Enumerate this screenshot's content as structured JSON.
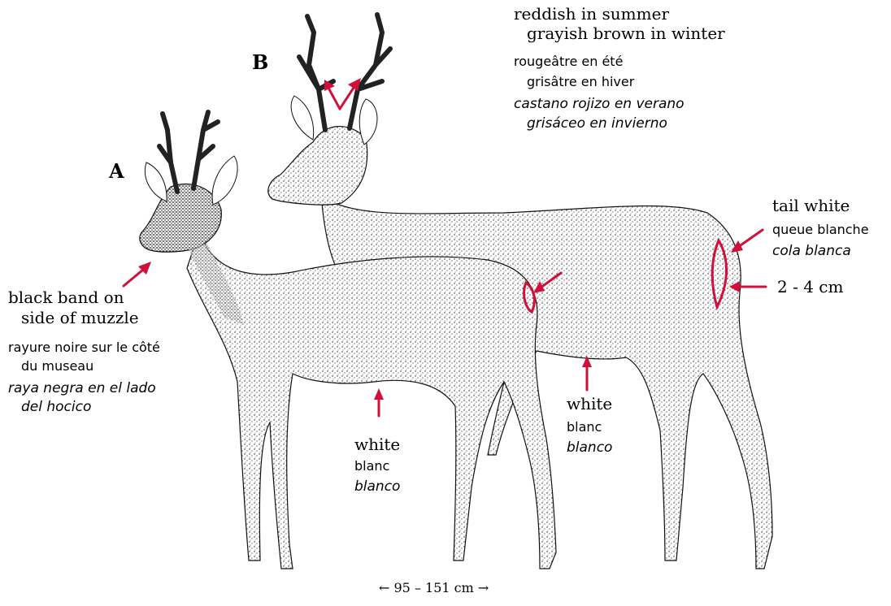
{
  "figure_labels": {
    "a": "A",
    "b": "B"
  },
  "coat": {
    "en_1": "reddish in summer",
    "en_2": "grayish brown in winter",
    "fr_1": "rougeâtre en été",
    "fr_2": "grisâtre en hiver",
    "es_1": "castano rojizo en verano",
    "es_2": "grisáceo en invierno"
  },
  "muzzle": {
    "en_1": "black band on",
    "en_2": "side of muzzle",
    "fr_1": "rayure noire sur le côté",
    "fr_2": "du museau",
    "es_1": "raya negra en el lado",
    "es_2": "del hocico"
  },
  "tail": {
    "en": "tail white",
    "fr": "queue blanche",
    "es": "cola blanca",
    "size": "2 - 4 cm"
  },
  "belly_a": {
    "en": "white",
    "fr": "blanc",
    "es": "blanco"
  },
  "belly_b": {
    "en": "white",
    "fr": "blanc",
    "es": "blanco"
  },
  "body_length": "← 95 – 151 cm →",
  "colors": {
    "accent": "#d0103a",
    "ink": "#111111",
    "fur": "#ffffff"
  }
}
